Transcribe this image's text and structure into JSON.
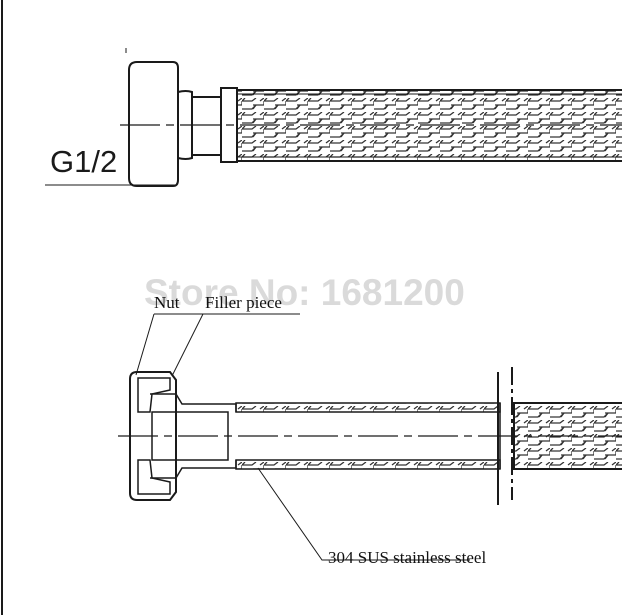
{
  "labels": {
    "thread_size": "G1/2",
    "nut": "Nut",
    "filler_piece": "Filler piece",
    "hose_material": "304 SUS stainless steel"
  },
  "watermark": "Store No: 1681200",
  "colors": {
    "line": "#1a1a1a",
    "background": "#ffffff",
    "watermark": "#969696"
  },
  "views": [
    "side-view-hose-fitting",
    "cross-section-hose-fitting"
  ]
}
